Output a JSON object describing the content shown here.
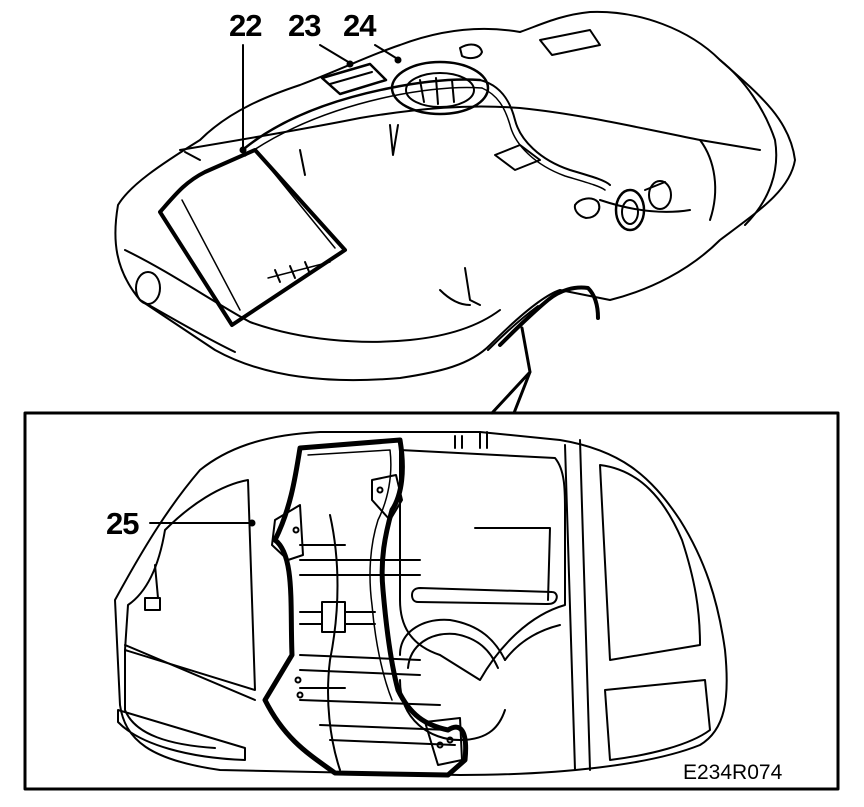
{
  "figure": {
    "callouts": {
      "c22": "22",
      "c23": "23",
      "c24": "24",
      "c25": "25"
    },
    "figure_id": "E234R074"
  }
}
